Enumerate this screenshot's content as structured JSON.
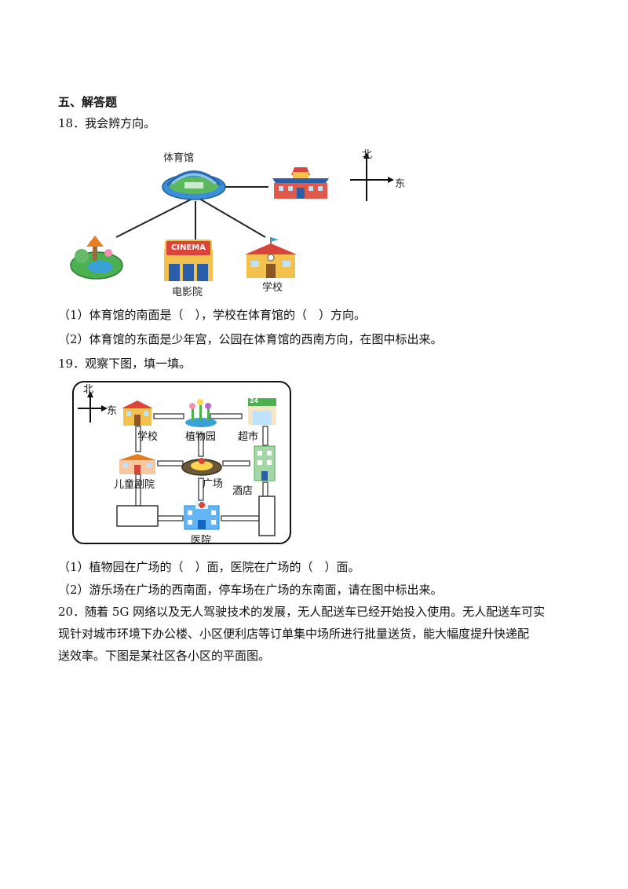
{
  "section": {
    "title": "五、解答题"
  },
  "q18": {
    "prompt": "18．我会辨方向。",
    "labels": {
      "stadium": "体育馆",
      "cinema": "电影院",
      "cinema_sign": "CINEMA",
      "school": "学校",
      "north": "北",
      "east": "东"
    },
    "items": [
      "（1）体育馆的南面是（　），学校在体育馆的（　）方向。",
      "（2）体育馆的东面是少年宫，公园在体育馆的西南方向，在图中标出来。"
    ]
  },
  "q19": {
    "prompt": "19．观察下图，填一填。",
    "labels": {
      "north": "北",
      "east": "东",
      "school": "学校",
      "garden": "植物园",
      "supermarket": "超市",
      "supermarket_sign": "24",
      "theater": "儿童剧院",
      "square": "广场",
      "hotel": "酒店",
      "hospital": "医院"
    },
    "items": [
      "（1）植物园在广场的（　）面，医院在广场的（　）面。",
      "（2）游乐场在广场的西南面，停车场在广场的东南面，请在图中标出来。"
    ]
  },
  "q20": {
    "lines": [
      "20．随着 5G 网络以及无人驾驶技术的发展，无人配送车已经开始投入使用。无人配送车可实",
      "现针对城市环境下办公楼、小区便利店等订单集中场所进行批量送货，能大幅度提升快递配",
      "送效率。下图是某社区各小区的平面图。"
    ]
  },
  "colors": {
    "text": "#111111",
    "building_red": "#d9453a",
    "roof_blue": "#2b5ea8",
    "grass": "#4caf50",
    "water": "#3aa0d8"
  }
}
